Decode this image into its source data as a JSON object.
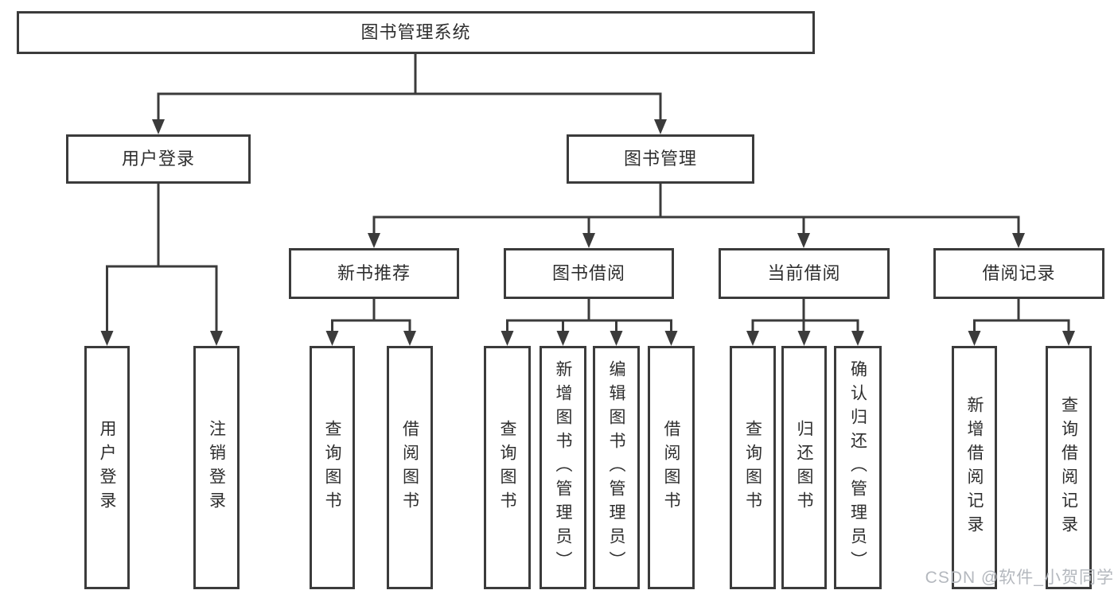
{
  "diagram": {
    "root": {
      "label": "图书管理系统"
    },
    "branches": [
      {
        "label": "用户登录",
        "children": [
          {
            "label": "用户登录"
          },
          {
            "label": "注销登录"
          }
        ]
      },
      {
        "label": "图书管理",
        "children": [
          {
            "label": "新书推荐",
            "children": [
              {
                "label": "查询图书"
              },
              {
                "label": "借阅图书"
              }
            ]
          },
          {
            "label": "图书借阅",
            "children": [
              {
                "label": "查询图书"
              },
              {
                "label": "新增图书（管理员）"
              },
              {
                "label": "编辑图书（管理员）"
              },
              {
                "label": "借阅图书"
              }
            ]
          },
          {
            "label": "当前借阅",
            "children": [
              {
                "label": "查询图书"
              },
              {
                "label": "归还图书"
              },
              {
                "label": "确认归还（管理员）"
              }
            ]
          },
          {
            "label": "借阅记录",
            "children": [
              {
                "label": "新增借阅记录"
              },
              {
                "label": "查询借阅记录"
              }
            ]
          }
        ]
      }
    ]
  },
  "watermark": {
    "text": "CSDN @软件_小贺同学"
  },
  "colors": {
    "line": "#3b3b3b",
    "box_border": "#3b3b3b",
    "box_fill": "#ffffff",
    "text": "#2e2e2e",
    "watermark": "#b4b8be",
    "background": "#ffffff"
  }
}
